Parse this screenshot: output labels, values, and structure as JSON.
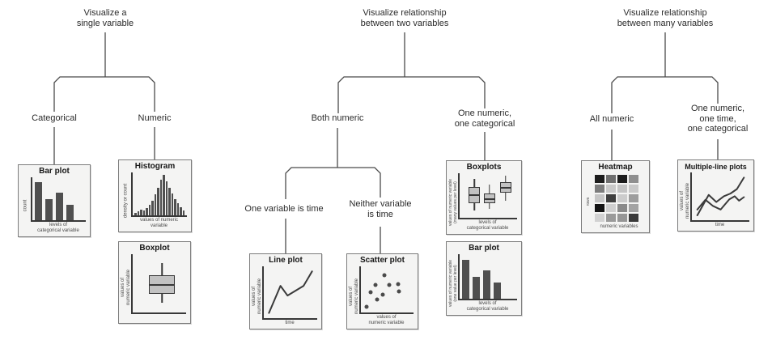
{
  "colors": {
    "connector": "#4b4b4b",
    "card_background": "#f4f4f3",
    "card_border": "#7c7c7c",
    "mark": "#4f4f4f",
    "box_fill": "#c2c2c2"
  },
  "trees": [
    {
      "title_lines": [
        "Visualize a",
        "single variable"
      ],
      "branch_labels": [
        [
          "Categorical"
        ],
        [
          "Numeric"
        ]
      ]
    },
    {
      "title_lines": [
        "Visualize relationship",
        "between two variables"
      ],
      "branch_labels": [
        [
          "Both numeric"
        ],
        [
          "One numeric,",
          "one categorical"
        ]
      ],
      "sub_labels": [
        [
          "One variable is time"
        ],
        [
          "Neither variable",
          "is time"
        ]
      ]
    },
    {
      "title_lines": [
        "Visualize relationship",
        "between many variables"
      ],
      "branch_labels": [
        [
          "All numeric"
        ],
        [
          "One numeric,",
          "one time,",
          "one categorical"
        ]
      ]
    }
  ],
  "cards": {
    "bar1": {
      "title": "Bar plot",
      "ylabel": "count",
      "xlabel_lines": [
        "levels of",
        "categorical variable"
      ],
      "bars": [
        88,
        48,
        64,
        36
      ]
    },
    "histogram": {
      "title": "Histogram",
      "ylabel": "density or count",
      "xlabel_lines": [
        "values of numeric",
        "variable"
      ],
      "bars": [
        5,
        8,
        12,
        10,
        16,
        24,
        34,
        48,
        64,
        82,
        95,
        80,
        64,
        50,
        38,
        28,
        18,
        10
      ]
    },
    "boxplot": {
      "title": "Boxplot",
      "ylabel_lines": [
        "values of",
        "numeric variable"
      ],
      "boxes": [
        {
          "x": 55,
          "wt": 16,
          "bt": 36,
          "med": 52,
          "bb": 68,
          "wb": 84
        }
      ]
    },
    "lineplot": {
      "title": "Line plot",
      "ylabel_lines": [
        "values of",
        "numeric variable"
      ],
      "xlabel": "time",
      "lines": [
        [
          [
            7,
            93
          ],
          [
            30,
            37
          ],
          [
            44,
            57
          ],
          [
            60,
            47
          ],
          [
            76,
            37
          ],
          [
            93,
            7
          ]
        ]
      ]
    },
    "scatter": {
      "title": "Scatter plot",
      "ylabel_lines": [
        "values of",
        "numeric variable"
      ],
      "xlabel_lines": [
        "values of",
        "numeric variable"
      ],
      "points": [
        [
          44,
          20
        ],
        [
          28,
          41
        ],
        [
          54,
          41
        ],
        [
          70,
          38
        ],
        [
          18,
          57
        ],
        [
          42,
          61
        ],
        [
          72,
          55
        ],
        [
          30,
          73
        ],
        [
          10,
          89
        ]
      ]
    },
    "boxplots": {
      "title": "Boxplots",
      "ylabel_lines": [
        "values of numeric variable",
        "(many values per level)"
      ],
      "xlabel_lines": [
        "levels of",
        "categorical variable"
      ],
      "boxes": [
        {
          "x": 26,
          "wt": 12,
          "bt": 32,
          "med": 48,
          "bb": 68,
          "wb": 84
        },
        {
          "x": 52,
          "wt": 26,
          "bt": 46,
          "med": 57,
          "bb": 68,
          "wb": 80
        },
        {
          "x": 80,
          "wt": 6,
          "bt": 20,
          "med": 32,
          "bb": 44,
          "wb": 62
        }
      ]
    },
    "bar2": {
      "title": "Bar plot",
      "ylabel_lines": [
        "values of numeric variable",
        "(one value per level)"
      ],
      "xlabel_lines": [
        "levels of",
        "categorical variable"
      ],
      "bars": [
        88,
        48,
        64,
        36
      ]
    },
    "heatmap": {
      "title": "Heatmap",
      "ylabel": "rows",
      "xlabel": "numeric variables",
      "cells": [
        [
          "#1c1c1c",
          "#6f6f6f",
          "#1c1c1c",
          "#8f8f8f"
        ],
        [
          "#7d7d7d",
          "#c9c9c9",
          "#c4c4c4",
          "#c9c9c9"
        ],
        [
          "#c6c6c6",
          "#3f3f3f",
          "#cccccc",
          "#9d9d9d"
        ],
        [
          "#141414",
          "#cfcfcf",
          "#8a8a8a",
          "#a3a3a3"
        ],
        [
          "#d2d2d2",
          "#9a9a9a",
          "#969696",
          "#3a3a3a"
        ]
      ]
    },
    "multiline": {
      "title": "Multiple-line plots",
      "ylabel_lines": [
        "values of",
        "numeric variable"
      ],
      "xlabel": "time",
      "lines": [
        [
          [
            7,
            93
          ],
          [
            28,
            47
          ],
          [
            42,
            63
          ],
          [
            56,
            50
          ],
          [
            68,
            44
          ],
          [
            80,
            34
          ],
          [
            93,
            8
          ]
        ],
        [
          [
            7,
            80
          ],
          [
            22,
            58
          ],
          [
            36,
            72
          ],
          [
            50,
            80
          ],
          [
            66,
            57
          ],
          [
            76,
            50
          ],
          [
            84,
            60
          ],
          [
            93,
            52
          ]
        ]
      ]
    }
  }
}
